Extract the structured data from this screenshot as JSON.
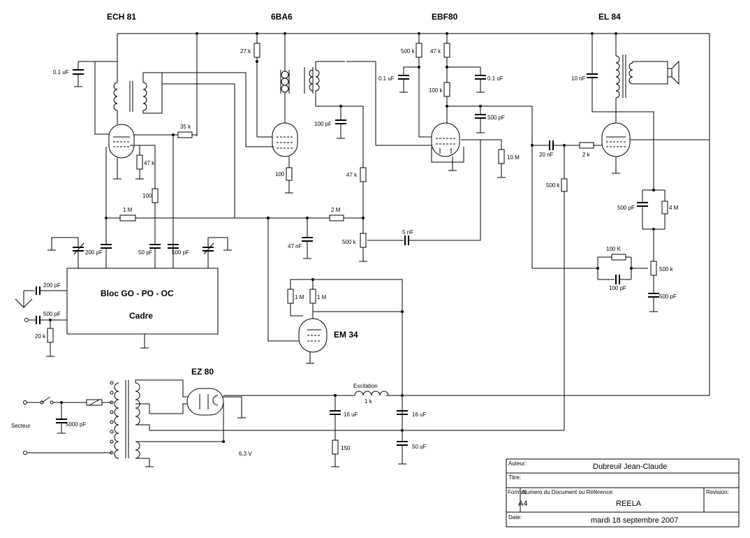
{
  "tubes": [
    "ECH 81",
    "6BA6",
    "EBF80",
    "EL 84",
    "EM 34",
    "EZ 80"
  ],
  "block": {
    "line1": "Bloc   GO - PO - OC",
    "line2": "Cadre"
  },
  "labels": {
    "c_01uf_left": "0.1 uF",
    "r_27k": "27 k",
    "r_500k_top": "500 k",
    "r_47k_ebf": "47 k",
    "c_01uf_ebf_l": "0.1 uF",
    "c_01uf_ebf_r": "0.1 uF",
    "r_100k": "100 k",
    "c_500pf_ebf": "500 pF",
    "c_10nf": "10 nF",
    "r_35k": "35 k",
    "r_47k_ech": "47 k",
    "r_100_ech": "100",
    "c_100pf_if": "100 pF",
    "r_47k_mid": "47 k",
    "r_100_6ba6": "100",
    "r_10m": "10 M",
    "c_20nf": "20 nF",
    "r_2k": "2 k",
    "r_500k_el": "500 k",
    "r_1m": "1 M",
    "r_2m": "2 M",
    "c_200pf_tune": "200 pF",
    "c_50pf": "50 pF",
    "c_500pf_osc": "500 pF",
    "c_47nf": "47 nF",
    "pot_500k_vol": "500 k",
    "c_5nf": "5 nF",
    "c_500pf_fb": "500 pF",
    "r_4m": "4 M",
    "r_100K_tone": "100 K",
    "pot_500k_tone": "500 k",
    "c_100pf_tone": "100 pF",
    "c_500pf_tone": "500 pF",
    "c_200pf_ant": "200 pF",
    "c_500pf_ant": "500 pF",
    "r_20k": "20 k",
    "r_1m_em_l": "1 M",
    "r_1m_em_r": "1 M",
    "excitation": "Excitation",
    "l_1k": "1 k",
    "c_16uf_l": "16 uF",
    "c_16uf_r": "16 uF",
    "r_150": "150",
    "c_50uf": "50 uF",
    "c_5000pf": "5000 pF",
    "secteur": "Secteur",
    "v_63": "6,3 V"
  },
  "title_block": {
    "auteur_label": "Auteur:",
    "auteur": "Dubreuil Jean-Claude",
    "titre_label": "Titre:",
    "format_label": "Format:",
    "format": "A4",
    "doc_label": "Numero du Document ou Référence:",
    "doc": "REELA",
    "revision_label": "Revision:",
    "date_label": "Date:",
    "date": "mardi 18 septembre 2007"
  }
}
